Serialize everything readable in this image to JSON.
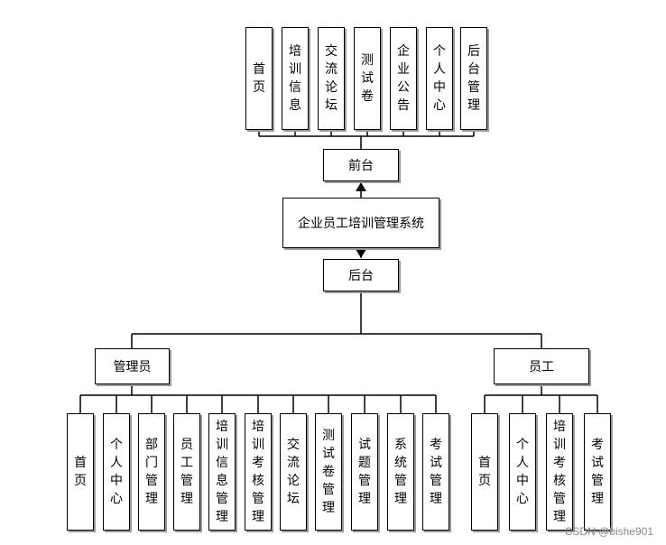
{
  "front_modules": [
    "首页",
    "培训信息",
    "交流论坛",
    "测试卷",
    "企业公告",
    "个人中心",
    "后台管理"
  ],
  "front_label": "前台",
  "system_title": "企业员工培训管理系统",
  "back_label": "后台",
  "roles": {
    "admin": {
      "label": "管理员",
      "modules": [
        "首页",
        "个人中心",
        "部门管理",
        "员工管理",
        "培训信息管理",
        "培训考核管理",
        "交流论坛",
        "测试卷管理",
        "试题管理",
        "系统管理",
        "考试管理"
      ]
    },
    "staff": {
      "label": "员工",
      "modules": [
        "首页",
        "个人中心",
        "培训考核管理",
        "考试管理"
      ]
    }
  },
  "watermark": "CSDN @bishe901",
  "line_color": "#000000",
  "shadow_color": "#9a9a9a"
}
